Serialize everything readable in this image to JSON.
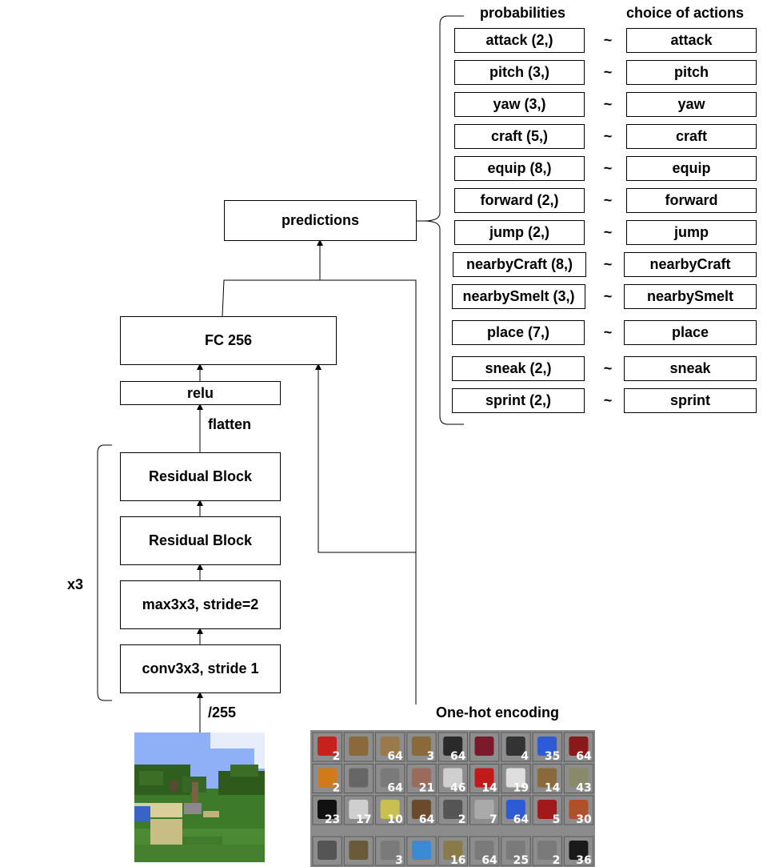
{
  "headers": {
    "probabilities": "probabilities",
    "choice_of_actions": "choice of actions"
  },
  "network": {
    "predictions": "predictions",
    "fc": "FC 256",
    "relu": "relu",
    "flatten": "flatten",
    "residual_block_1": "Residual Block",
    "residual_block_2": "Residual Block",
    "maxpool": "max3x3, stride=2",
    "conv": "conv3x3, stride 1",
    "repeat": "x3",
    "normalize": "/255",
    "onehot": "One-hot encoding"
  },
  "actions": [
    {
      "prob": "attack (2,)",
      "sep": "~",
      "choice": "attack"
    },
    {
      "prob": "pitch (3,)",
      "sep": "~",
      "choice": "pitch"
    },
    {
      "prob": "yaw (3,)",
      "sep": "~",
      "choice": "yaw"
    },
    {
      "prob": "craft (5,)",
      "sep": "~",
      "choice": "craft"
    },
    {
      "prob": "equip (8,)",
      "sep": "~",
      "choice": "equip"
    },
    {
      "prob": "forward (2,)",
      "sep": "~",
      "choice": "forward"
    },
    {
      "prob": "jump (2,)",
      "sep": "~",
      "choice": "jump"
    },
    {
      "prob": "nearbyCraft (8,)",
      "sep": "~",
      "choice": "nearbyCraft"
    },
    {
      "prob": "nearbySmelt (3,)",
      "sep": "~",
      "choice": "nearbySmelt"
    },
    {
      "prob": "place (7,)",
      "sep": "~",
      "choice": "place"
    },
    {
      "prob": "sneak (2,)",
      "sep": "~",
      "choice": "sneak"
    },
    {
      "prob": "sprint (2,)",
      "sep": "~",
      "choice": "sprint"
    }
  ],
  "inventory_counts": [
    [
      "2",
      "",
      "64",
      "3",
      "64",
      "",
      "4",
      "35",
      "64"
    ],
    [
      "2",
      "",
      "64",
      "21",
      "46",
      "14",
      "19",
      "14",
      "43"
    ],
    [
      "23",
      "17",
      "10",
      "64",
      "2",
      "7",
      "64",
      "5",
      "30"
    ],
    [
      "",
      "",
      "3",
      "",
      "16",
      "64",
      "25",
      "2",
      "36"
    ]
  ]
}
